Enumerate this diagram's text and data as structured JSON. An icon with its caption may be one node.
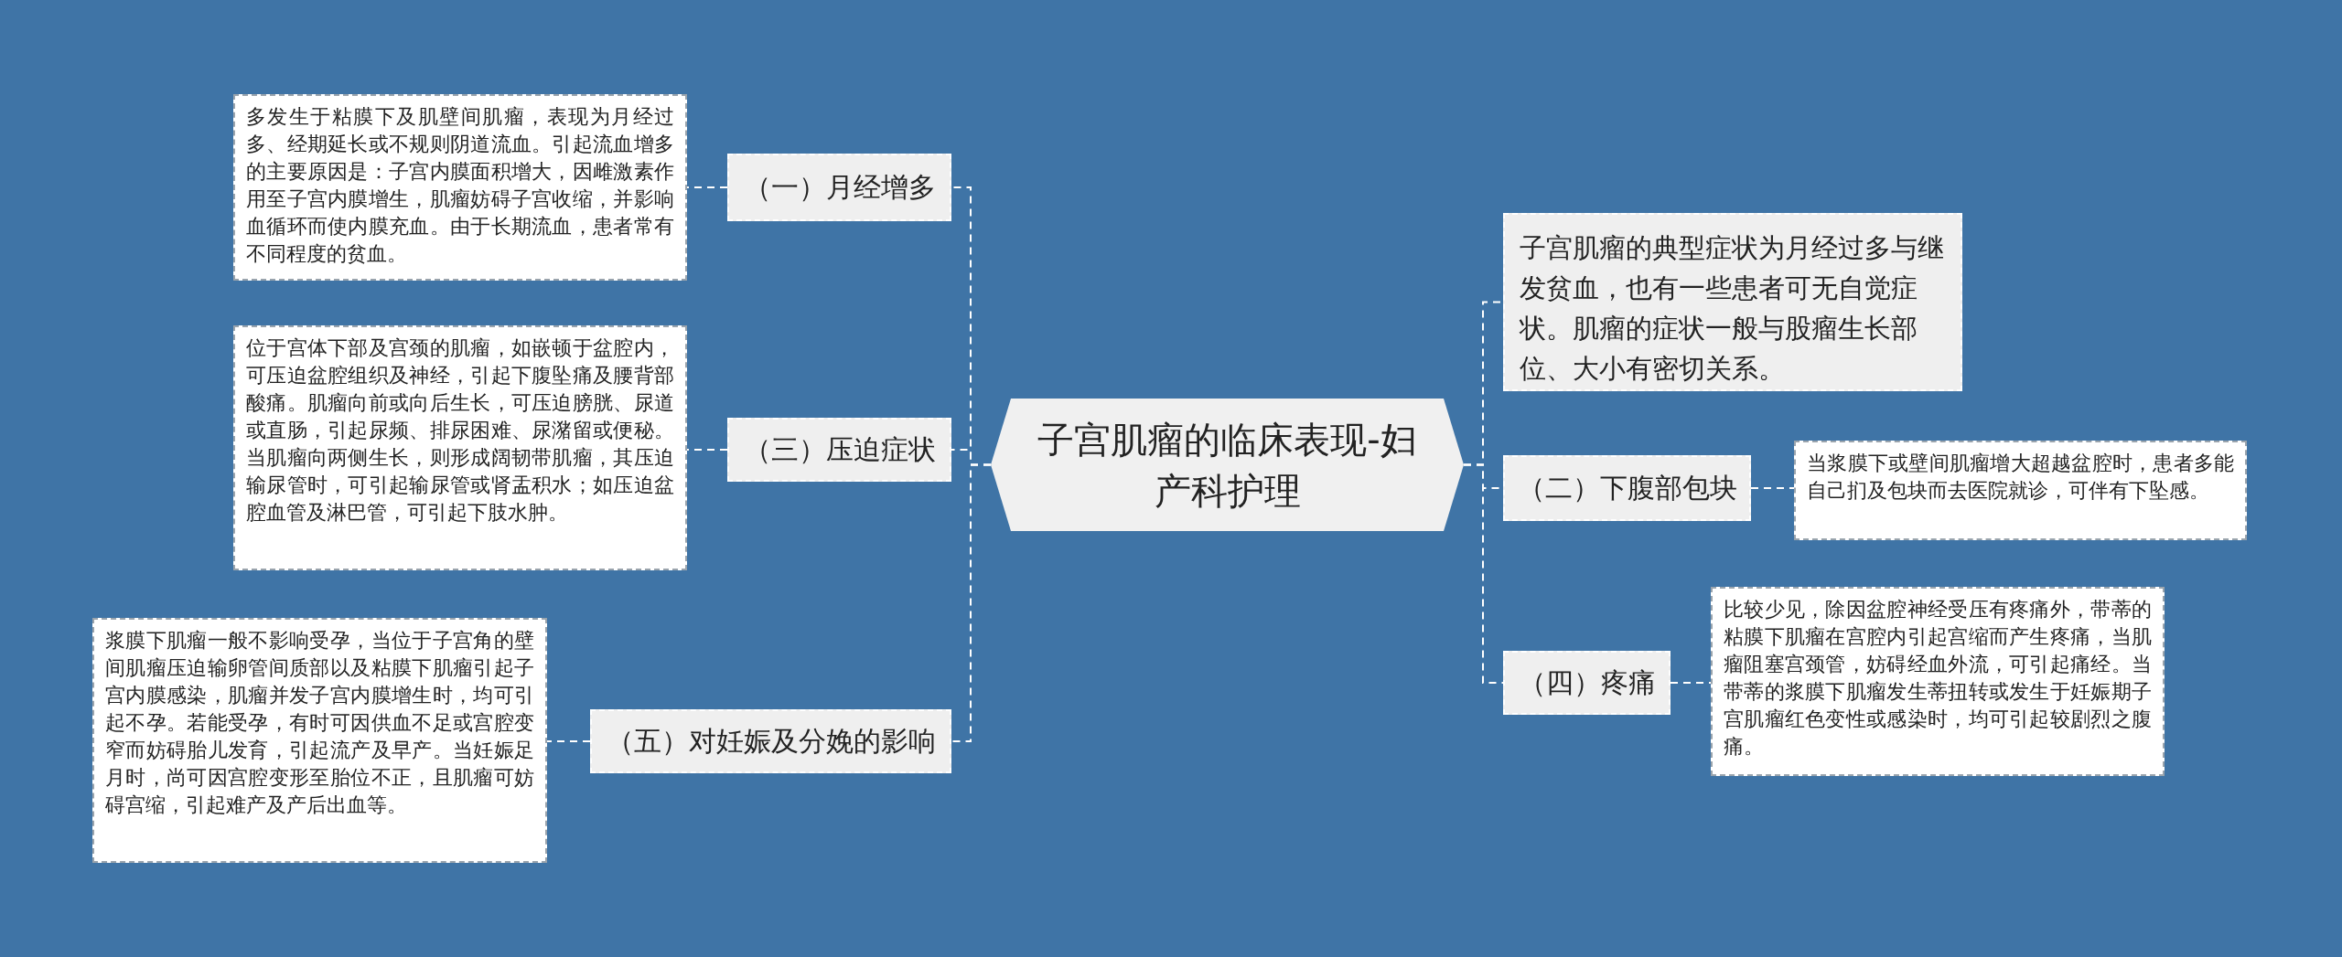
{
  "diagram": {
    "nodes": [
      {
        "text": [
          "子宫肌瘤的临床表现-妇产科护理"
        ]
      },
      {
        "text": [
          "（一）月经增多"
        ]
      },
      {
        "text": [
          "多发生于粘膜下及肌壁间肌瘤，表现为月经过多、经期延长或不规则阴道流血。引起流血增多的主要原因是：子宫内膜面积增大，因雌激素作用至子宫内膜增生，肌瘤妨碍子宫收缩，并影响血循环而使内膜充血。由于长期流血，患者常有不同程度的贫血。"
        ]
      },
      {
        "text": [
          "（三）压迫症状"
        ]
      },
      {
        "text": [
          "位于宫体下部及宫颈的肌瘤，如嵌顿于盆腔内，可压迫盆腔组织及神经，引起下腹坠痛及腰背部酸痛。肌瘤向前或向后生长，可压迫膀胱、尿道或直肠，引起尿频、排尿困难、尿潴留或便秘。当肌瘤向两侧生长，则形成阔韧带肌瘤，其压迫输尿管时，可引起输尿管或肾盂积水；如压迫盆腔血管及淋巴管，可引起下肢水肿。"
        ]
      },
      {
        "text": [
          "（五）对妊娠及分娩的影响"
        ]
      },
      {
        "text": [
          "浆膜下肌瘤一般不影响受孕，当位于子宫角的壁间肌瘤压迫输卵管间质部以及粘膜下肌瘤引起子宫内膜感染，肌瘤并发子宫内膜增生时，均可引起不孕。若能受孕，有时可因供血不足或宫腔变窄而妨碍胎儿发育，引起流产及早产。当妊娠足月时，尚可因宫腔变形至胎位不正，且肌瘤可妨碍宫缩，引起难产及产后出血等。"
        ]
      },
      {
        "text": [
          "子宫肌瘤的典型症状为月经过多与继发贫血，也有一些患者可无自觉症状。肌瘤的症状一般与股瘤生长部位、大小有密切关系。"
        ]
      },
      {
        "text": [
          "（二）下腹部包块"
        ]
      },
      {
        "text": [
          "当浆膜下或壁间肌瘤增大超越盆腔时，患者多能自己扪及包块而去医院就诊，可伴有下坠感。"
        ]
      },
      {
        "text": [
          "（四）疼痛"
        ]
      },
      {
        "text": [
          "比较少见，除因盆腔神经受压有疼痛外，带蒂的粘膜下肌瘤在宫腔内引起宫缩而产生疼痛，当肌瘤阻塞宫颈管，妨碍经血外流，可引起痛经。当带蒂的浆膜下肌瘤发生蒂扭转或发生于妊娠期子宫肌瘤红色变性或感染时，均可引起较剧烈之腹痛。"
        ]
      }
    ],
    "edges": [
      {
        "from": 0,
        "to": 1,
        "arrow": "none"
      },
      {
        "from": 0,
        "to": 3,
        "arrow": "none"
      },
      {
        "from": 0,
        "to": 5,
        "arrow": "none"
      },
      {
        "from": 0,
        "to": 7,
        "arrow": "none"
      },
      {
        "from": 0,
        "to": 8,
        "arrow": "none"
      },
      {
        "from": 0,
        "to": 10,
        "arrow": "none"
      },
      {
        "from": 1,
        "to": 2,
        "arrow": "none"
      },
      {
        "from": 3,
        "to": 4,
        "arrow": "none"
      },
      {
        "from": 5,
        "to": 6,
        "arrow": "none"
      },
      {
        "from": 8,
        "to": 9,
        "arrow": "none"
      },
      {
        "from": 10,
        "to": 11,
        "arrow": "none"
      }
    ]
  }
}
